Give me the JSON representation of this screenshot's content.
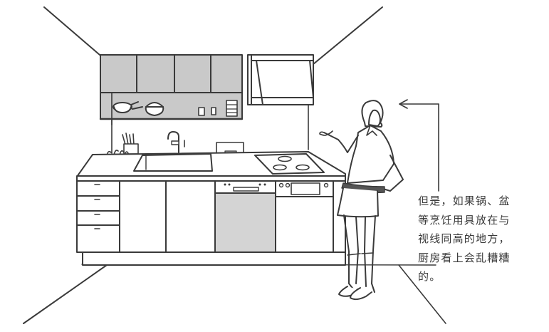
{
  "illustration": {
    "subject": "Kitchen interior line drawing with woman gesturing toward counter",
    "colors": {
      "line": "#3a3a3a",
      "cabinet_fill": "#c9c9c9",
      "dishwasher_fill": "#d4d4d4",
      "background": "#ffffff"
    },
    "elements": [
      "wall-cabinets",
      "open-shelf-with-pots",
      "range-hood",
      "knife-block",
      "dish-rack",
      "faucet",
      "sink",
      "gas-cooktop",
      "drawers",
      "base-cabinet-doors",
      "dishwasher",
      "oven",
      "woman-figure",
      "pointer-arrow"
    ]
  },
  "caption": {
    "lines": [
      "但是，如果锅、盆",
      "等烹饪用具放在与",
      "视线同高的地方，",
      "厨房看上会乱糟糟",
      "的。"
    ]
  }
}
